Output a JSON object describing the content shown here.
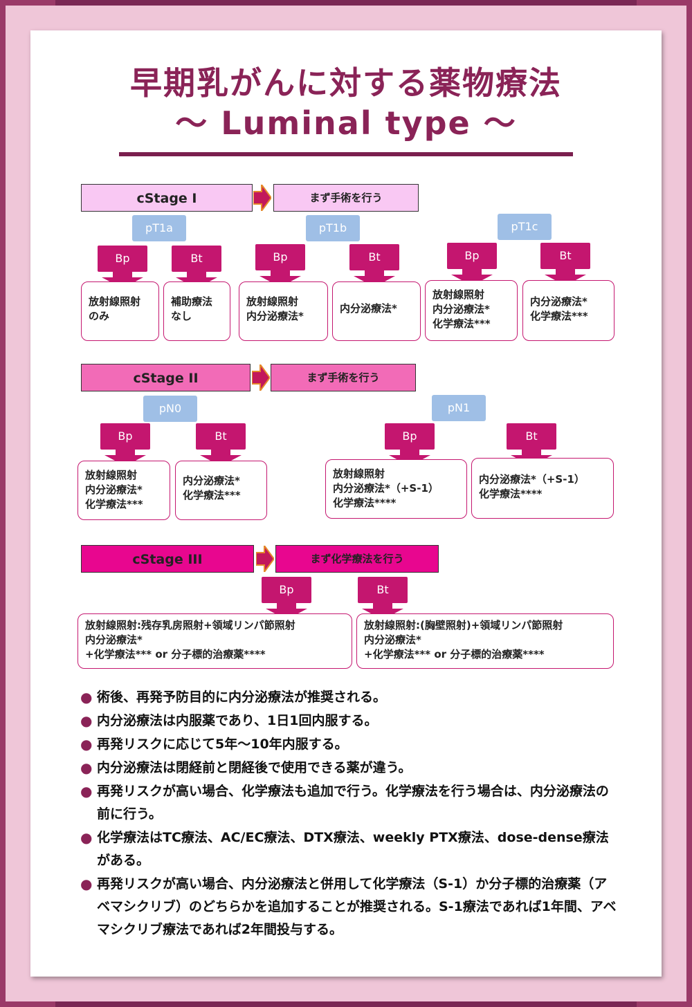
{
  "title": {
    "line1": "早期乳がんに対する薬物療法",
    "line2": "〜 Luminal type 〜"
  },
  "stages": [
    {
      "label": "cStage I",
      "first_step": "まず手術を行う",
      "color": "#f9c8f3",
      "groups": [
        {
          "tag": "pT1a",
          "bp": "Bp",
          "bt": "Bt",
          "bp_result": "放射線照射\nのみ",
          "bt_result": "補助療法\nなし"
        },
        {
          "tag": "pT1b",
          "bp": "Bp",
          "bt": "Bt",
          "bp_result": "放射線照射\n内分泌療法*",
          "bt_result": "内分泌療法*"
        },
        {
          "tag": "pT1c",
          "bp": "Bp",
          "bt": "Bt",
          "bp_result": "放射線照射\n内分泌療法*\n化学療法***",
          "bt_result": "内分泌療法*\n化学療法***"
        }
      ]
    },
    {
      "label": "cStage II",
      "first_step": "まず手術を行う",
      "color": "#f26bb7",
      "groups": [
        {
          "tag": "pN0",
          "bp": "Bp",
          "bt": "Bt",
          "bp_result": "放射線照射\n内分泌療法*\n化学療法***",
          "bt_result": "内分泌療法*\n化学療法***"
        },
        {
          "tag": "pN1",
          "bp": "Bp",
          "bt": "Bt",
          "bp_result": "放射線照射\n内分泌療法*（+S-1）\n化学療法****",
          "bt_result": "内分泌療法*（+S-1）\n化学療法****"
        }
      ]
    },
    {
      "label": "cStage III",
      "first_step": "まず化学療法を行う",
      "color": "#e8068f",
      "bp": "Bp",
      "bt": "Bt",
      "bp_result": "放射線照射:残存乳房照射+領域リンパ節照射\n内分泌療法*\n+化学療法*** or 分子標的治療薬****",
      "bt_result": "放射線照射:(胸壁照射)+領域リンパ節照射\n内分泌療法*\n+化学療法*** or 分子標的治療薬****"
    }
  ],
  "notes": [
    "術後、再発予防目的に内分泌療法が推奨される。",
    "内分泌療法は内服薬であり、1日1回内服する。",
    "再発リスクに応じて5年〜10年内服する。",
    "内分泌療法は閉経前と閉経後で使用できる薬が違う。",
    "再発リスクが高い場合、化学療法も追加で行う。化学療法を行う場合は、内分泌療法の前に行う。",
    "化学療法はTC療法、AC/EC療法、DTX療法、weekly PTX療法、dose-dense療法がある。",
    "再発リスクが高い場合、内分泌療法と併用して化学療法（S-1）か分子標的治療薬（アベマシクリブ）のどちらかを追加することが推奨される。S-1療法であれば1年間、アベマシクリブ療法であれば2年間投与する。"
  ],
  "bullet": "●",
  "colors": {
    "accent": "#8a2357",
    "bp_bt": "#c4166f",
    "tag": "#9fbfe6"
  }
}
